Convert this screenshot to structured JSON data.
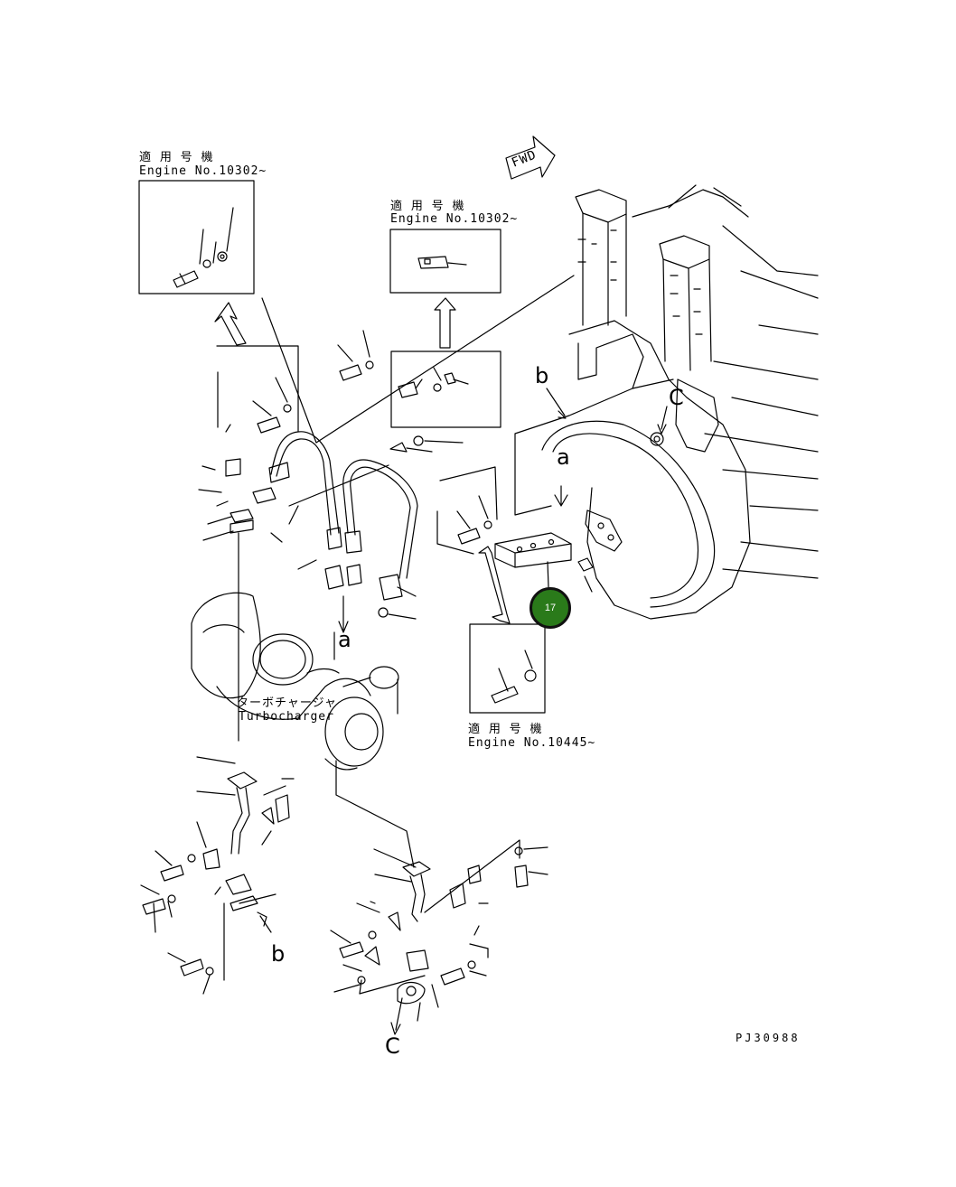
{
  "fwd_label": "FWD",
  "insets": [
    {
      "jp": "適 用 号 機",
      "engine": "Engine No.10302~"
    },
    {
      "jp": "適 用 号 機",
      "engine": "Engine No.10302~"
    },
    {
      "jp": "適 用 号 機",
      "engine": "Engine No.10445~"
    }
  ],
  "turbocharger": {
    "jp": "ターボチャージャ",
    "en": "Turbocharger"
  },
  "letters": {
    "a_top": "a",
    "a_left": "a",
    "b_top": "b",
    "b_bottom": "b",
    "c_right": "C",
    "c_bottom": "C"
  },
  "callout": {
    "number": "17",
    "color": "#2a7a1a"
  },
  "drawing_code": "PJ30988"
}
